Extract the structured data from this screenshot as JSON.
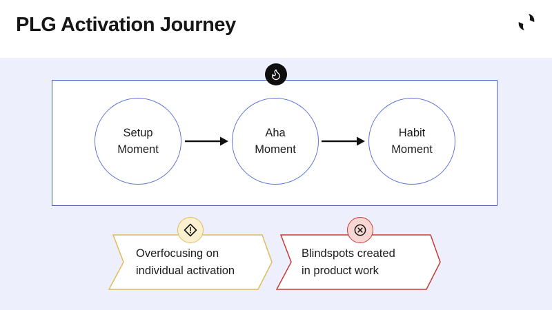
{
  "header": {
    "title": "PLG Activation Journey",
    "logo_icon": "reforge-logo-icon"
  },
  "journey": {
    "badge_icon": "flame-icon",
    "stages": [
      {
        "label": "Setup Moment"
      },
      {
        "label": "Aha Moment"
      },
      {
        "label": "Habit Moment"
      }
    ],
    "connectors": [
      "arrow-right",
      "arrow-right"
    ]
  },
  "callouts": [
    {
      "icon": "diamond-exclamation-icon",
      "lines": [
        "Overfocusing on",
        "individual activation"
      ],
      "accent": "#DFBC5A",
      "icon_bg": "#FBF1D0"
    },
    {
      "icon": "circled-x-icon",
      "lines": [
        "Blindspots created",
        "in product work"
      ],
      "accent": "#C93A34",
      "icon_bg": "#F8D6D3"
    }
  ],
  "colors": {
    "page_bg": "#EDEFFC",
    "header_bg": "#FFFFFF",
    "box_border": "#4A5EC8",
    "circle_border": "#6175D2",
    "badge_bg": "#0E0E0E",
    "arrow": "#111111",
    "text": "#1C1C1C",
    "warning_accent": "#DFBC5A",
    "error_accent": "#C93A34"
  }
}
